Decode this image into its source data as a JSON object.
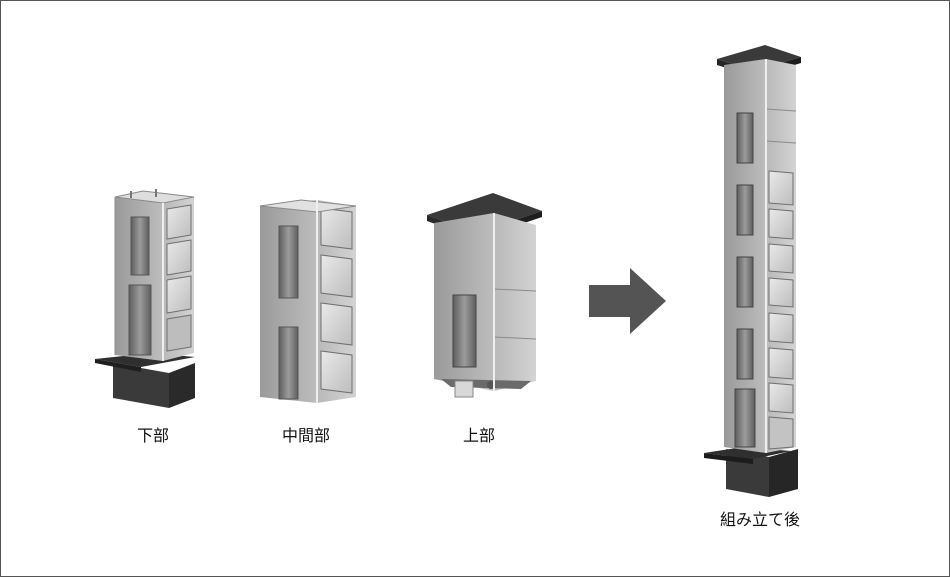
{
  "labels": {
    "lower": "下部",
    "middle": "中間部",
    "upper": "上部",
    "assembled": "組み立て後"
  },
  "icons": {
    "arrow": "right-arrow-icon"
  },
  "colors": {
    "panel_light": "#c9c9c9",
    "panel_mid": "#a8a8a8",
    "panel_dark": "#7d7d7d",
    "glass": "#d8d8d8",
    "frame": "#e6e6e6",
    "base": "#3c3c3c",
    "roof": "#3a3a3a",
    "arrow": "#545454",
    "border": "#555555"
  }
}
